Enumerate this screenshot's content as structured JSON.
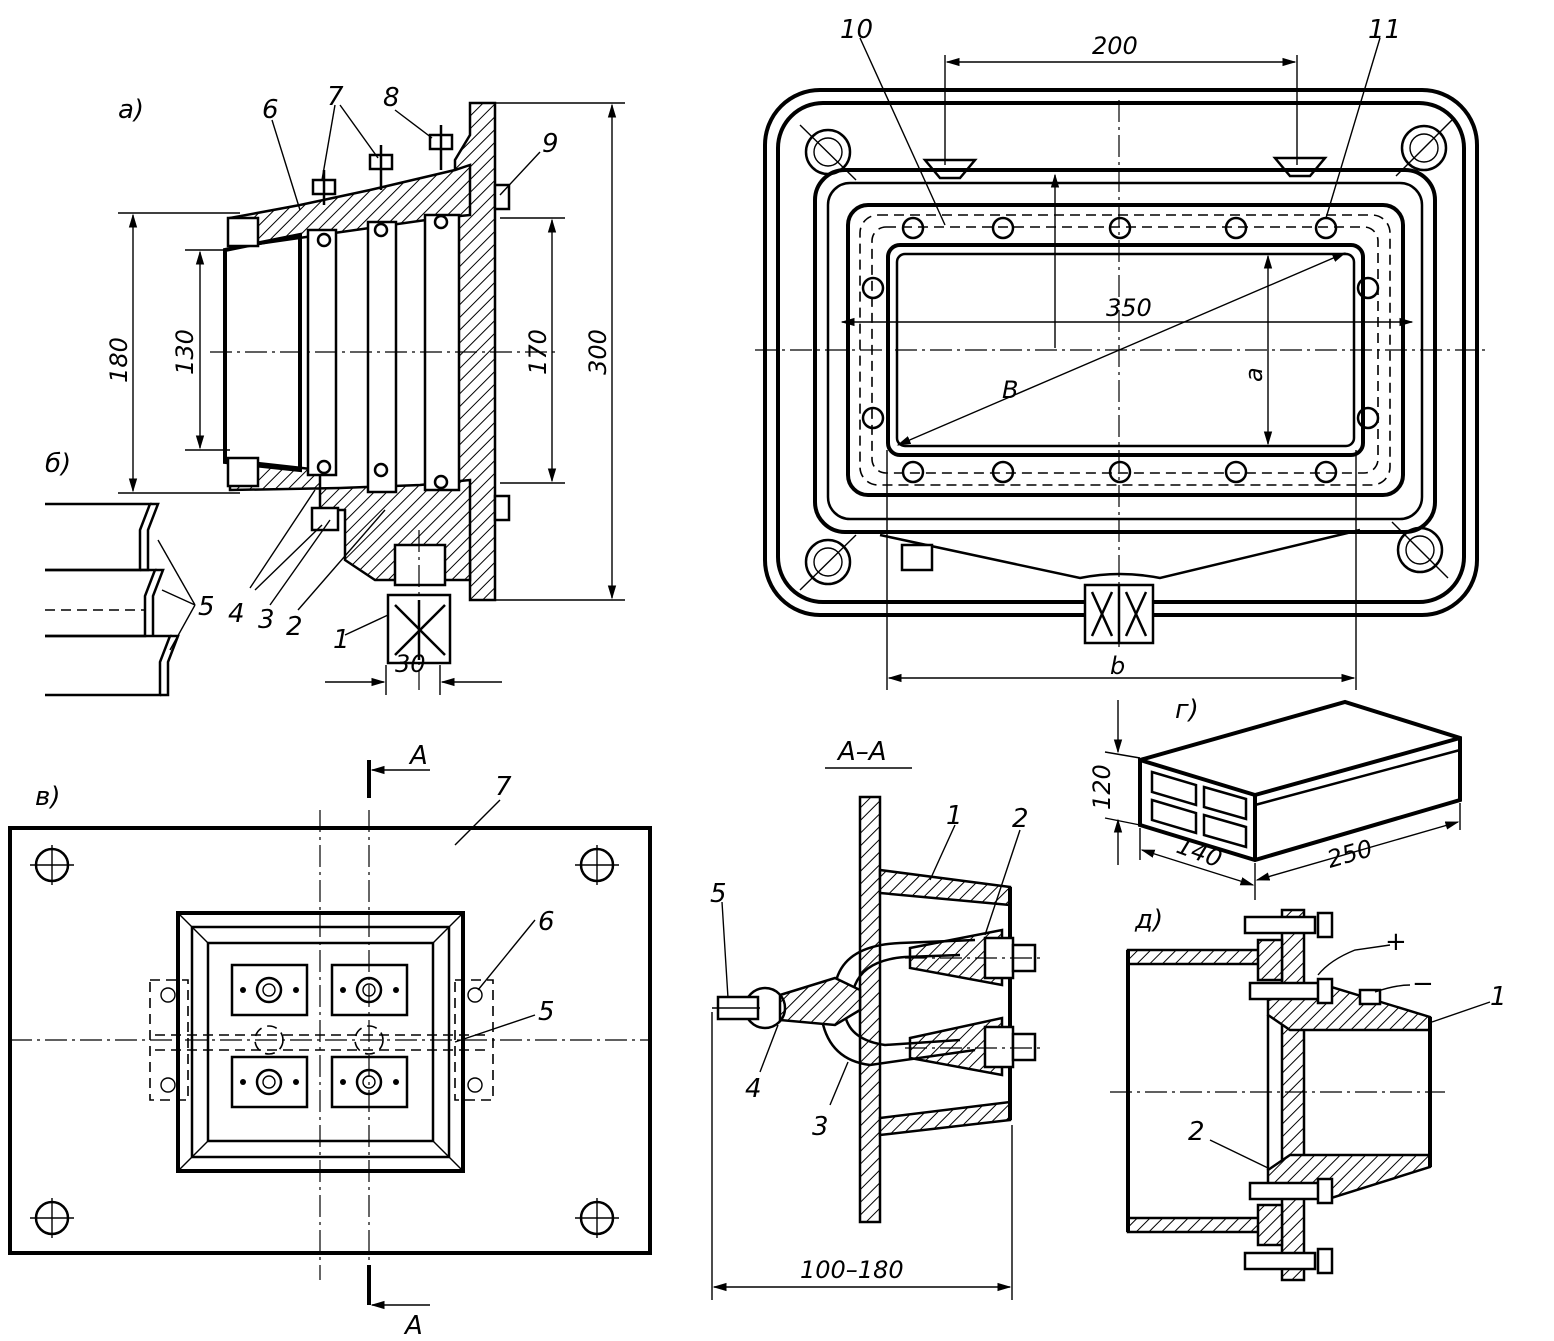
{
  "views": {
    "a": {
      "tag": "а)",
      "dims": {
        "d180": "180",
        "d130": "130",
        "d170": "170",
        "d300": "300",
        "d30": "30"
      },
      "parts": {
        "p1": "1",
        "p2": "2",
        "p3": "3",
        "p4": "4",
        "p5": "5",
        "p6": "6",
        "p7": "7",
        "p8": "8",
        "p9": "9"
      }
    },
    "b": {
      "tag": "б)"
    },
    "top_right": {
      "dims": {
        "d200": "200",
        "d350": "350",
        "B": "B",
        "a": "a",
        "b": "b"
      },
      "parts": {
        "p10": "10",
        "p11": "11"
      }
    },
    "v": {
      "tag": "в)",
      "section_mark_top": "A",
      "section_mark_bottom": "A",
      "parts": {
        "p5": "5",
        "p6": "6",
        "p7": "7"
      }
    },
    "section": {
      "title": "А–А",
      "dim": "100–180",
      "parts": {
        "p1": "1",
        "p2": "2",
        "p3": "3",
        "p4": "4",
        "p5": "5"
      }
    },
    "g": {
      "tag": "г)",
      "dims": {
        "d120": "120",
        "d140": "140",
        "d250": "250"
      }
    },
    "d": {
      "tag": "д)",
      "plus": "+",
      "minus": "−",
      "parts": {
        "p1": "1",
        "p2": "2"
      }
    }
  }
}
